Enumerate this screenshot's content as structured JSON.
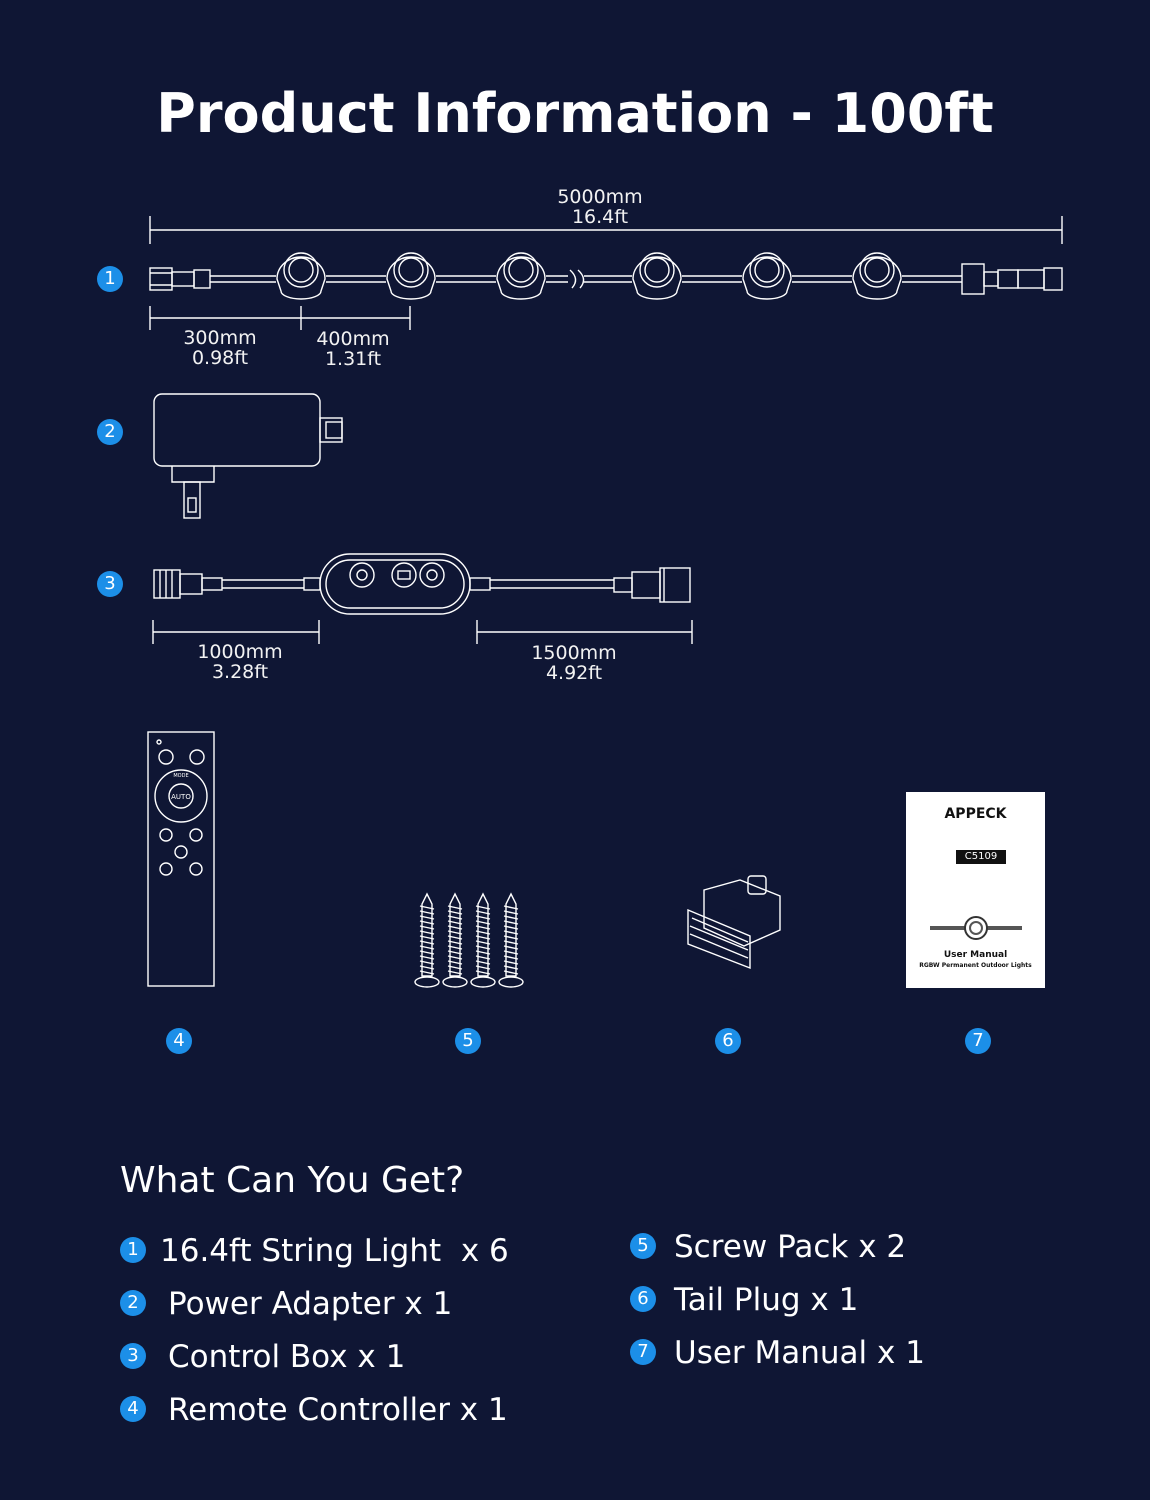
{
  "title": "Product Information - 100ft",
  "diagram": {
    "string_light": {
      "badge": "1",
      "total_mm": "5000mm",
      "total_ft": "16.4ft",
      "seg1_mm": "300mm",
      "seg1_ft": "0.98ft",
      "seg2_mm": "400mm",
      "seg2_ft": "1.31ft"
    },
    "adapter": {
      "badge": "2"
    },
    "control_box": {
      "badge": "3",
      "left_mm": "1000mm",
      "left_ft": "3.28ft",
      "right_mm": "1500mm",
      "right_ft": "4.92ft"
    },
    "accessories": [
      {
        "badge": "4"
      },
      {
        "badge": "5"
      },
      {
        "badge": "6"
      },
      {
        "badge": "7"
      }
    ],
    "manual_cover": {
      "brand": "APPECK",
      "model": "C5109",
      "title": "User Manual",
      "subtitle": "RGBW Permanent Outdoor Lights"
    },
    "remote_labels": {
      "auto": "AUTO",
      "mode": "MODE"
    }
  },
  "contents": {
    "heading": "What Can You Get?",
    "left": [
      {
        "num": "1",
        "label": "16.4ft String Light  x 6"
      },
      {
        "num": "2",
        "label": "Power Adapter x 1"
      },
      {
        "num": "3",
        "label": "Control Box x 1"
      },
      {
        "num": "4",
        "label": "Remote Controller x 1"
      }
    ],
    "right": [
      {
        "num": "5",
        "label": "Screw Pack x 2"
      },
      {
        "num": "6",
        "label": "Tail Plug x 1"
      },
      {
        "num": "7",
        "label": "User Manual x 1"
      }
    ]
  },
  "colors": {
    "background": "#0f1634",
    "accent": "#1c8fe8",
    "line": "#ffffff"
  }
}
